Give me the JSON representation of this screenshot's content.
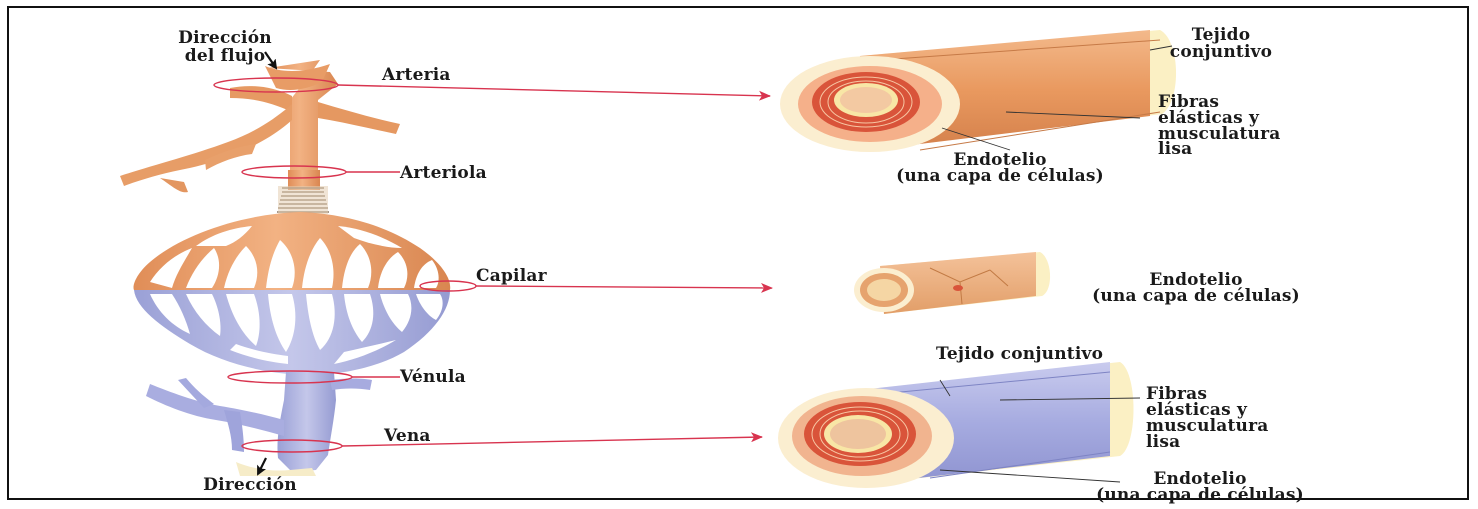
{
  "left_diagram": {
    "flow_direction_top_line1": "Dirección",
    "flow_direction_top_line2": "del flujo",
    "flow_direction_bottom": "Dirección",
    "vessel_labels": {
      "arteria": "Arteria",
      "arteriola": "Arteriola",
      "capilar": "Capilar",
      "venula": "Vénula",
      "vena": "Vena"
    }
  },
  "artery_section": {
    "connective_line1": "Tejido",
    "connective_line2": "conjuntivo",
    "fibers_line1": "Fibras",
    "fibers_line2": "elásticas y",
    "fibers_line3": "musculatura",
    "fibers_line4": "lisa",
    "endothelium_line1": "Endotelio",
    "endothelium_line2": "(una capa de células)"
  },
  "capillary_section": {
    "endothelium_line1": "Endotelio",
    "endothelium_line2": "(una capa de células)"
  },
  "vein_section": {
    "connective": "Tejido conjuntivo",
    "fibers_line1": "Fibras",
    "fibers_line2": "elásticas y",
    "fibers_line3": "musculatura",
    "fibers_line4": "lisa",
    "endothelium_line1": "Endotelio",
    "endothelium_line2": "(una capa de células)"
  },
  "colors": {
    "artery": "#eda772",
    "artery_dark": "#c97b4a",
    "vein": "#b4b8e0",
    "vein_dark": "#8a8fc6",
    "pointer_line": "#d8344f",
    "muscle": "#d9543a",
    "connective": "#fbeec6"
  }
}
